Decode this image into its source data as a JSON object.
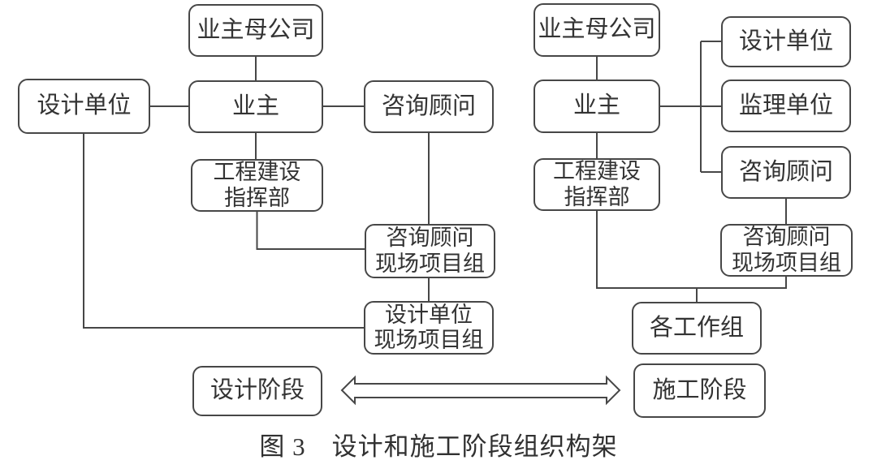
{
  "caption": "图 3　设计和施工阶段组织构架",
  "design_phase": {
    "owner_parent": "业主母公司",
    "owner": "业主",
    "design_unit": "设计单位",
    "consultant": "咨询顾问",
    "headquarters": "工程建设\n指挥部",
    "consultant_site_team": "咨询顾问\n现场项目组",
    "design_site_team": "设计单位\n现场项目组",
    "stage": "设计阶段"
  },
  "construction_phase": {
    "owner_parent": "业主母公司",
    "owner": "业主",
    "design_unit": "设计单位",
    "supervision_unit": "监理单位",
    "consultant": "咨询顾问",
    "headquarters": "工程建设\n指挥部",
    "consultant_site_team": "咨询顾问\n现场项目组",
    "work_groups": "各工作组",
    "stage": "施工阶段"
  },
  "colors": {
    "line": "#474747",
    "text": "#333333",
    "background": "#ffffff"
  }
}
